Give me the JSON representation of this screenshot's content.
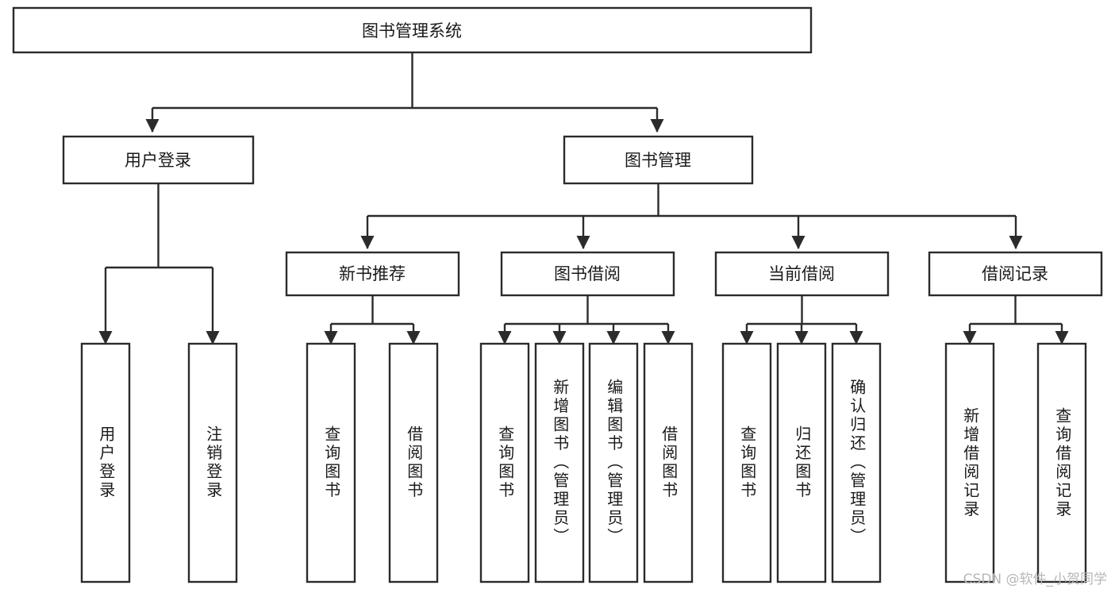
{
  "diagram": {
    "title": "图书管理系统",
    "type": "tree-hierarchy",
    "root": {
      "id": "root",
      "label": "图书管理系统"
    },
    "level2": [
      {
        "id": "user-login",
        "label": "用户登录"
      },
      {
        "id": "book-manage",
        "label": "图书管理"
      }
    ],
    "level3": [
      {
        "id": "new-book-rec",
        "label": "新书推荐",
        "parent": "book-manage"
      },
      {
        "id": "book-borrow",
        "label": "图书借阅",
        "parent": "book-manage"
      },
      {
        "id": "current-borrow",
        "label": "当前借阅",
        "parent": "book-manage"
      },
      {
        "id": "borrow-record",
        "label": "借阅记录",
        "parent": "book-manage"
      }
    ],
    "leaves": {
      "user-login": [
        {
          "id": "leaf-user-login",
          "label": "用户登录"
        },
        {
          "id": "leaf-user-logout",
          "label": "注销登录"
        }
      ],
      "new-book-rec": [
        {
          "id": "leaf-query-book-1",
          "label": "查询图书"
        },
        {
          "id": "leaf-borrow-book-1",
          "label": "借阅图书"
        }
      ],
      "book-borrow": [
        {
          "id": "leaf-query-book-2",
          "label": "查询图书"
        },
        {
          "id": "leaf-add-book",
          "label": "新增图书（管理员）"
        },
        {
          "id": "leaf-edit-book",
          "label": "编辑图书（管理员）"
        },
        {
          "id": "leaf-borrow-book-2",
          "label": "借阅图书"
        }
      ],
      "current-borrow": [
        {
          "id": "leaf-query-book-3",
          "label": "查询图书"
        },
        {
          "id": "leaf-return-book",
          "label": "归还图书"
        },
        {
          "id": "leaf-confirm-return",
          "label": "确认归还（管理员）"
        }
      ],
      "borrow-record": [
        {
          "id": "leaf-add-record",
          "label": "新增借阅记录"
        },
        {
          "id": "leaf-query-record",
          "label": "查询借阅记录"
        }
      ]
    }
  },
  "watermark": {
    "text": "CSDN @软件_小贺同学"
  },
  "colors": {
    "stroke": "#2b2b2b",
    "box_fill": "#ffffff",
    "text": "#1a1a1a",
    "watermark": "#b7b7b7",
    "background": "#ffffff"
  }
}
